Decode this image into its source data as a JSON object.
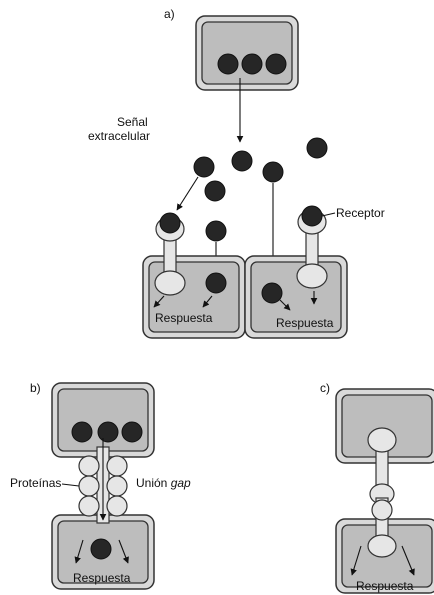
{
  "panels": {
    "a": {
      "label": "a)",
      "signal_label": [
        "Señal",
        "extracelular"
      ],
      "receptor_label": "Receptor",
      "response_left": "Respuesta",
      "response_right": "Respuesta"
    },
    "b": {
      "label": "b)",
      "proteins_label": "Proteínas",
      "gap_label_prefix": "Unión ",
      "gap_label_italic": "gap",
      "response": "Respuesta"
    },
    "c": {
      "label": "c)",
      "response": "Respuesta"
    }
  },
  "colors": {
    "molecule": "#262626",
    "cell_fill": "#bdbdbd",
    "cell_border": "#d9d9d9",
    "receptor": "#e6e6e6"
  }
}
